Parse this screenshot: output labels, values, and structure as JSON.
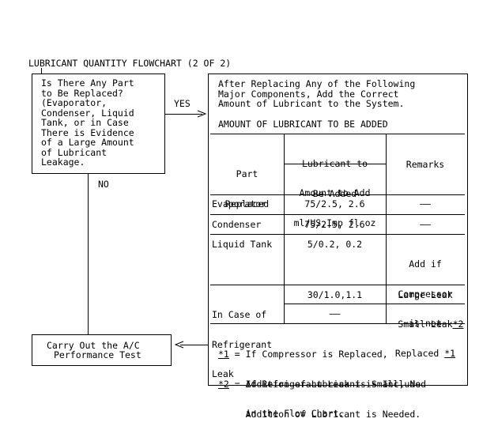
{
  "title": "LUBRICANT QUANTITY FLOWCHART (2 OF 2)",
  "question_box": {
    "lines": [
      "Is There Any Part",
      "to Be Replaced?",
      "(Evaporator,",
      "Condenser, Liquid",
      "Tank, or in Case",
      "There is Evidence",
      "of a Large Amount",
      "of Lubricant",
      "Leakage."
    ]
  },
  "yes_label": "YES",
  "no_label": "NO",
  "action_box": {
    "line1": "Carry Out the A/C",
    "line2": "Performance Test"
  },
  "info_box": {
    "intro_lines": [
      "After Replacing Any of the Following",
      "Major Components, Add the Correct",
      "Amount of Lubricant to the System."
    ],
    "table_title": "AMOUNT OF LUBRICANT TO BE ADDED",
    "headers": {
      "part_line1": "Part",
      "part_line2": "Replaced",
      "lub_line1": "Lubricant to",
      "lub_line2": "Be Added",
      "amount_line1": "Amount to Add",
      "amount_line2": "ml/US,Imp fl oz",
      "remarks": "Remarks"
    },
    "rows": [
      {
        "part": "Evaporator",
        "amount": "75/2.5, 2.6",
        "remarks": "——"
      },
      {
        "part": "Condenser",
        "amount": "75/2.5, 2.6",
        "remarks": "——"
      },
      {
        "part": "Liquid Tank",
        "amount": "5/0.2, 0.2",
        "remarks_lines": [
          "Add if",
          "Compressor",
          "is not"
        ],
        "remarks_last": "Replaced",
        "remarks_note": "*1"
      },
      {
        "part_lines": [
          "In Case of",
          "Refrigerant",
          "Leak"
        ],
        "amount_large": "30/1.0,1.1",
        "remarks_large": "Large Leak",
        "amount_small": "——",
        "remarks_small": "Small Leak",
        "remarks_small_note": "*2"
      }
    ],
    "notes": [
      {
        "mark": "*1",
        "lines": [
          " = If Compressor is Replaced,",
          "     Addition of Lubricant is Included",
          "     in the Flow Chart."
        ]
      },
      {
        "mark": "*2",
        "lines": [
          " = If Refrigerant Leak is Small, No",
          "     Addition of Lubricant is Needed."
        ]
      }
    ]
  }
}
